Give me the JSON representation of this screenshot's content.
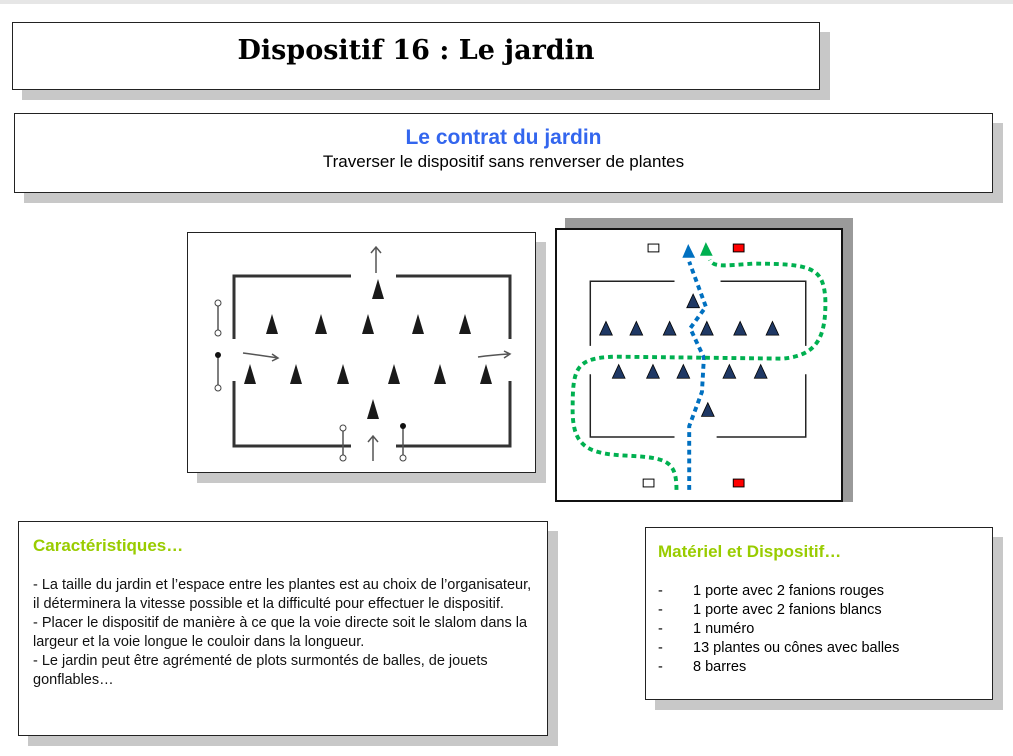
{
  "title": "Dispositif 16 : Le jardin",
  "contract": {
    "title": "Le contrat du jardin",
    "subtitle": "Traverser le dispositif sans renverser de plantes"
  },
  "characteristics": {
    "heading": "Caractéristiques…",
    "lines": [
      "- La taille du jardin et l’espace entre les plantes est au choix de l’organisateur, il déterminera la vitesse possible et la difficulté pour effectuer le dispositif.",
      "- Placer le dispositif de manière à ce que la voie directe soit le slalom dans la largeur et la voie longue le couloir dans la longueur.",
      "- Le jardin peut être agrémenté de plots surmontés de balles, de jouets gonflables…"
    ]
  },
  "materials": {
    "heading": "Matériel et Dispositif…",
    "items": [
      "1 porte avec 2 fanions rouges",
      "1 porte avec 2 fanions blancs",
      "1 numéro",
      "13 plantes ou cônes avec balles",
      "8 barres"
    ]
  },
  "colors": {
    "accent_title": "#3366ee",
    "heading": "#99cc00",
    "path_blue": "#0070c0",
    "path_green": "#00b050",
    "cone": "#1f3864",
    "flag_red": "#ff0000"
  }
}
